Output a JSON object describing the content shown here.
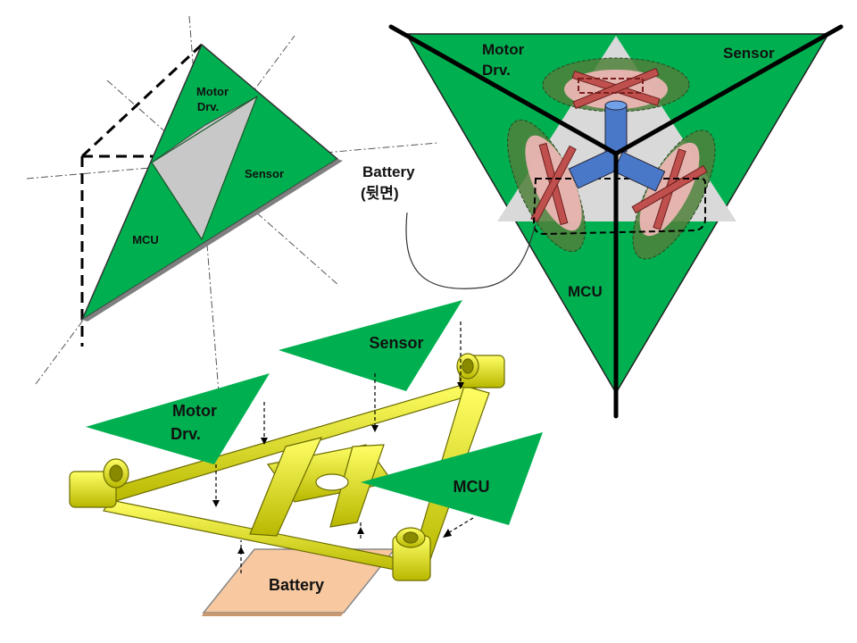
{
  "colors": {
    "board_green": "#00b050",
    "frame_yellow": "#e8e800",
    "battery_fill": "#f8c8a0",
    "motor_blue": "#4a78c8",
    "prop_pink": "#f4b8b8",
    "prop_brown": "#c0504d",
    "gray_region": "#c8c8c8"
  },
  "top_left_diagram": {
    "label_motor_line1": "Motor",
    "label_motor_line2": "Drv.",
    "label_sensor": "Sensor",
    "label_mcu": "MCU"
  },
  "top_right_diagram": {
    "label_motor_line1": "Motor",
    "label_motor_line2": "Drv.",
    "label_sensor": "Sensor",
    "label_mcu": "MCU",
    "battery_line1": "Battery",
    "battery_line2": "(뒷면)"
  },
  "bottom_diagram": {
    "label_sensor": "Sensor",
    "label_motor_line1": "Motor",
    "label_motor_line2": "Drv.",
    "label_mcu": "MCU",
    "label_battery": "Battery"
  }
}
